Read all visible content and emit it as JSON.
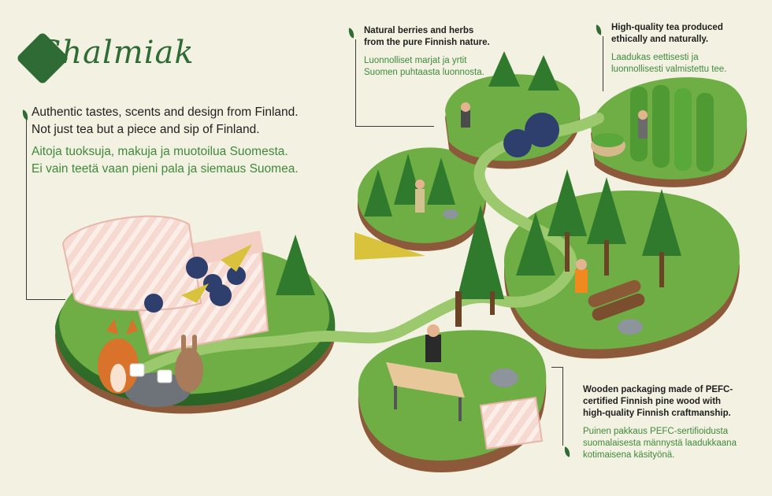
{
  "brand": {
    "logo_text": "Shalmiak"
  },
  "main": {
    "en_line1": "Authentic tastes, scents and design from Finland.",
    "en_line2": "Not just tea but a piece and sip of Finland.",
    "fi_line1": "Aitoja tuoksuja, makuja ja muotoilua Suomesta.",
    "fi_line2": "Ei vain teetä vaan pieni pala ja siemaus Suomea."
  },
  "notes": {
    "berries": {
      "en_line1": "Natural berries and herbs",
      "en_line2": "from the pure Finnish nature.",
      "fi_line1": "Luonnolliset marjat ja yrtit",
      "fi_line2": "Suomen puhtaasta luonnosta."
    },
    "tea": {
      "en_line1": "High-quality tea produced",
      "en_line2": "ethically and naturally.",
      "fi_line1": "Laadukas eettisesti ja",
      "fi_line2": "luonnollisesti valmistettu tee."
    },
    "wood": {
      "en_line1": "Wooden packaging made of PEFC-",
      "en_line2": "certified Finnish pine wood with",
      "en_line3": "high-quality Finnish craftmanship.",
      "fi_line1": "Puinen pakkaus PEFC-sertifioidusta",
      "fi_line2": "suomalaisesta männystä laadukkaana",
      "fi_line3": "kotimaisena käsityönä."
    }
  },
  "colors": {
    "background": "#f3f1e1",
    "brand_green": "#2f6b34",
    "finnish_text_green": "#3f8a3c",
    "island_top": "#6fae45",
    "island_side": "#8c5a3a",
    "box_pink": "#f4cfc6"
  }
}
